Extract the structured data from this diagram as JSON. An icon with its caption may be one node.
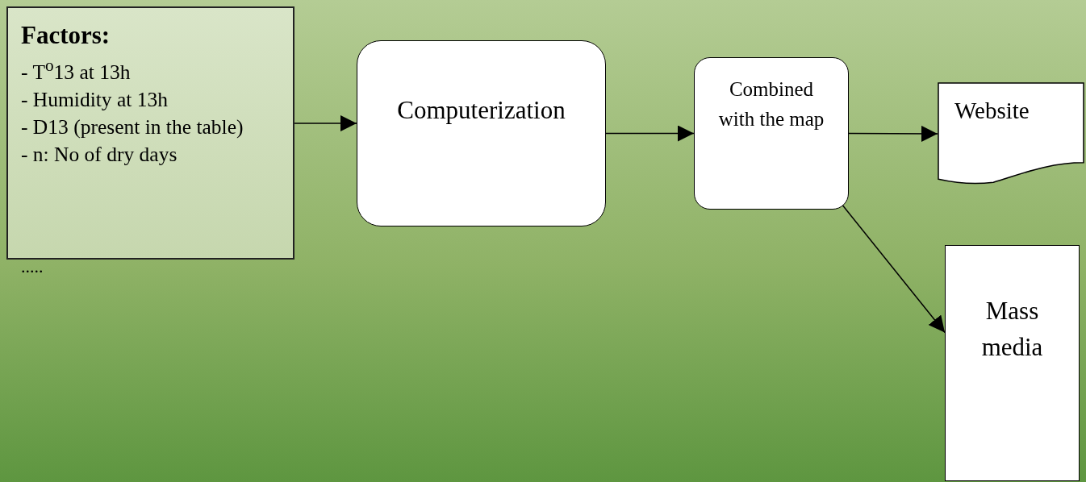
{
  "diagram": {
    "nodes": [
      {
        "text": [
          "Factors:",
          "- T$^{o}$13 at 13h",
          "- Humidity at 13h",
          "- D13 (present in the table)",
          "- n: No of dry days"
        ],
        "beside": [
          "....."
        ]
      },
      {
        "text": [
          "Computerization"
        ]
      },
      {
        "text": [
          "Combined with the map"
        ]
      },
      {
        "text": [
          "Website"
        ]
      },
      {
        "text": [
          "Mass media"
        ]
      }
    ],
    "edges": [
      {
        "from": 0,
        "to": 1,
        "arrow": "to"
      },
      {
        "from": 1,
        "to": 2,
        "arrow": "to"
      },
      {
        "from": 2,
        "to": 3,
        "arrow": "to"
      },
      {
        "from": 2,
        "to": 4,
        "arrow": "to"
      }
    ]
  }
}
